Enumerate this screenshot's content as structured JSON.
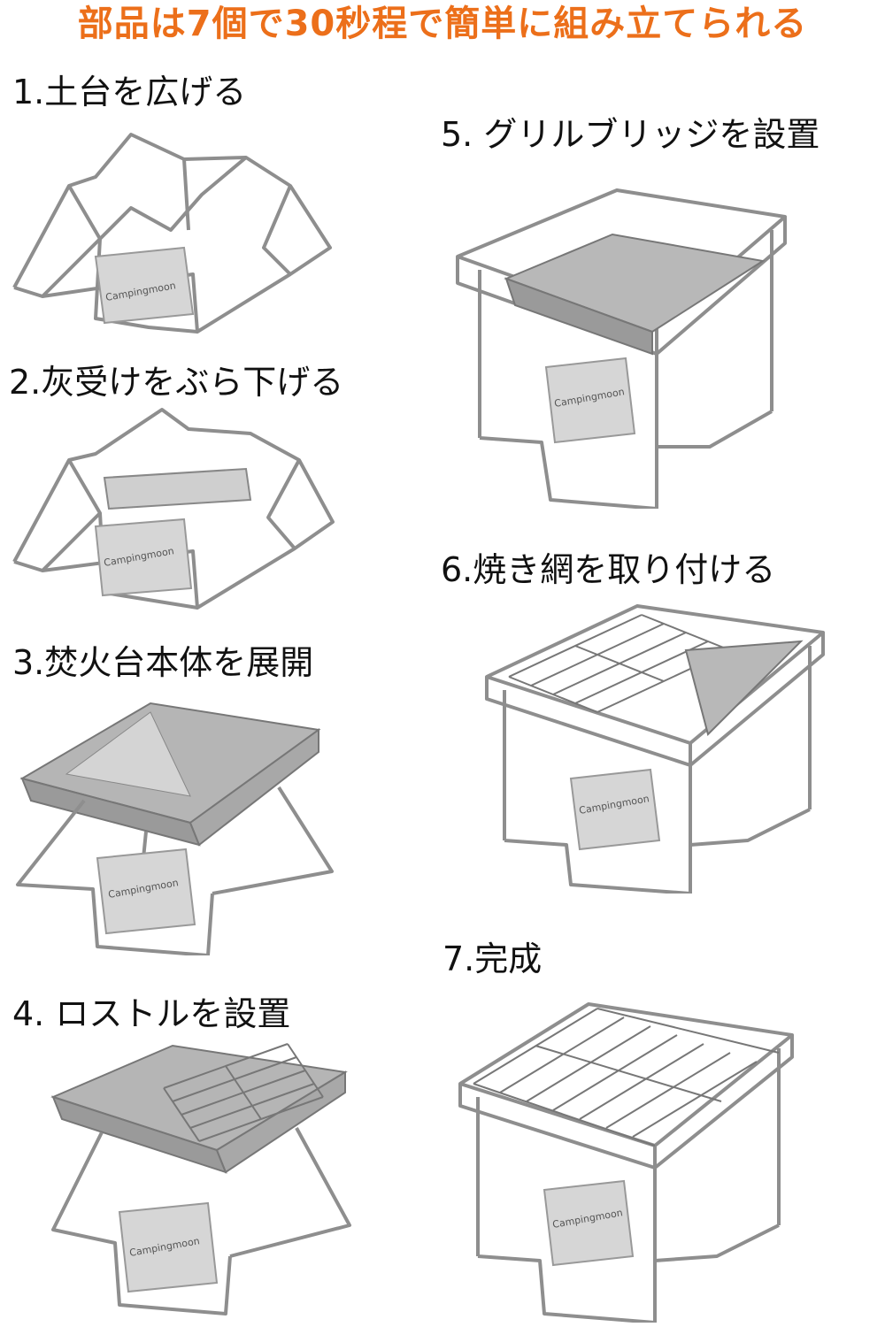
{
  "title": "部品は7個で30秒程で簡単に組み立てられる",
  "colors": {
    "title": "#ec6f1a",
    "frame": "#8e8e8e",
    "panel": "#c8c8c8",
    "panel_dark": "#9a9a9a",
    "grate": "#777777"
  },
  "brand": "Campingmoon",
  "steps": [
    {
      "label": "1.土台を広げる"
    },
    {
      "label": "2.灰受けをぶら下げる"
    },
    {
      "label": "3.焚火台本体を展開"
    },
    {
      "label": "4. ロストルを設置"
    },
    {
      "label": "5. グリルブリッジを設置"
    },
    {
      "label": "6.焼き網を取り付ける"
    },
    {
      "label": "7.完成"
    }
  ]
}
